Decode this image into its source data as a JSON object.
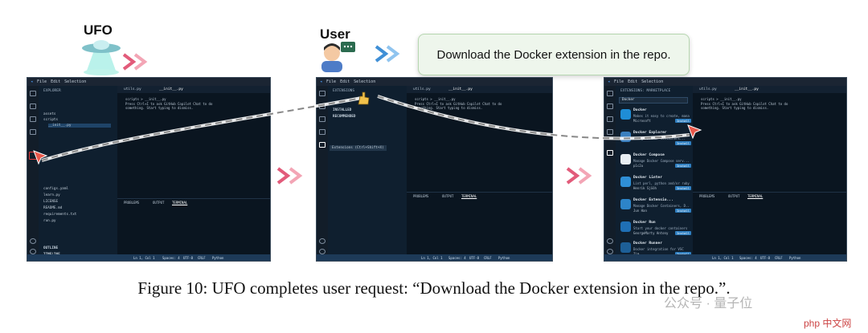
{
  "labels": {
    "ufo": "UFO",
    "user": "User"
  },
  "request": "Download the Docker extension in the repo.",
  "caption": "Figure 10: UFO completes user request: “Download the Docker extension in the repo.”.",
  "watermark": "公众号 · 量子位",
  "watermark2": "php 中文网",
  "menu": [
    "File",
    "Edit",
    "Selection"
  ],
  "panel_tabs": [
    "PROBLEMS",
    "OUTPUT",
    "TERMINAL"
  ],
  "status": [
    "Ln 1, Col 1",
    "Spaces: 4",
    "UTF-8",
    "CRLF",
    "Python"
  ],
  "screen1": {
    "sidebar_title": "EXPLORER",
    "tree": [
      "assets",
      "scripts",
      "__init__.py",
      "configs.yaml",
      "learn.py",
      "LICENSE",
      "README.md",
      "requirements.txt",
      "run.py"
    ],
    "outline": "OUTLINE",
    "timeline": "TIMELINE",
    "tabs": [
      "utils.py",
      "__init__.py"
    ],
    "code": [
      "scripts > __init__.py",
      "Press Ctrl+I to ask GitHub Copilot Chat to do",
      "something. Start typing to dismiss."
    ]
  },
  "screen2": {
    "sidebar_title": "EXTENSIONS",
    "sections": [
      "INSTALLED",
      "RECOMMENDED"
    ],
    "tooltip": "Extensions (Ctrl+Shift+X)",
    "tabs": [
      "utils.py",
      "__init__.py"
    ],
    "code": [
      "scripts > __init__.py",
      "Press Ctrl+I to ask GitHub Copilot Chat to do",
      "something. Start typing to dismiss."
    ]
  },
  "screen3": {
    "sidebar_title": "EXTENSIONS: MARKETPLACE",
    "search": "Docker",
    "tabs": [
      "utils.py",
      "__init__.py"
    ],
    "code": [
      "scripts > __init__.py",
      "Press Ctrl+I to ask GitHub Copilot Chat to do",
      "something. Start typing to dismiss."
    ],
    "install_label": "Install",
    "extensions": [
      {
        "name": "Docker",
        "desc": "Makes it easy to create, mana...",
        "pub": "Microsoft"
      },
      {
        "name": "Docker Explorer",
        "desc": "Manage Docker Containers...",
        "pub": ""
      },
      {
        "name": "Docker Compose",
        "desc": "Manage Docker Compose serv...",
        "pub": "p1c2u"
      },
      {
        "name": "Docker Linter",
        "desc": "Lint perl, python and/or ruby...",
        "pub": "Henrik Sjööh"
      },
      {
        "name": "Docker Extensio...",
        "desc": "Manage Docker Containers, D...",
        "pub": "Jun Han"
      },
      {
        "name": "Docker Run",
        "desc": "Start your docker containers w...",
        "pub": "GeorgeMarty Antony"
      },
      {
        "name": "Docker Runner",
        "desc": "Docker integration for VSC",
        "pub": "Zim"
      }
    ]
  },
  "colors": {
    "accent": "#2f7fc1",
    "arrow": "#e25b7a",
    "bubble": "#eef6ec",
    "activity_highlight": "#e03a3a"
  }
}
